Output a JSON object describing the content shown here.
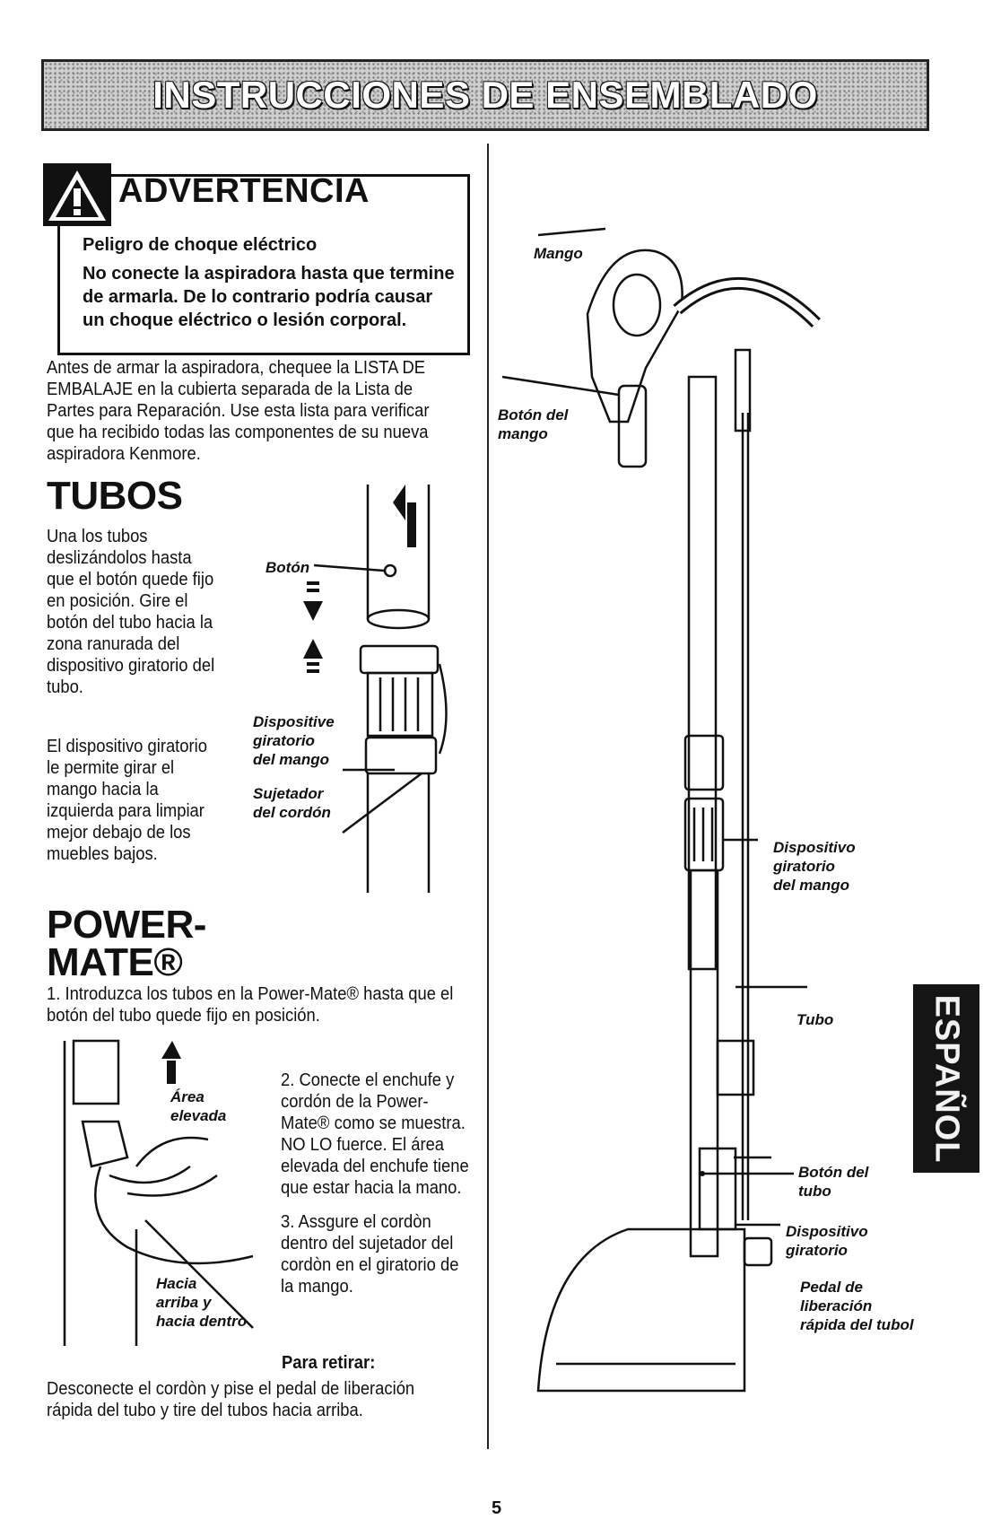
{
  "header": {
    "title": "INSTRUCCIONES DE ENSEMBLADO"
  },
  "warning": {
    "title": "ADVERTENCIA",
    "heading": "Peligro de choque eléctrico",
    "body": "No conecte la aspiradora hasta que termine de armarla. De lo contrario podría causar un choque eléctrico o lesión corporal."
  },
  "intro": "Antes de armar la aspiradora, chequee la LISTA DE EMBALAJE en la cubierta separada de la Lista de Partes para Reparación. Use esta lista para verificar que ha recibido todas las componentes de su nueva aspiradora Kenmore.",
  "tubos": {
    "title": "TUBOS",
    "p1": "Una los tubos deslizándolos hasta que el botón quede fijo en posición. Gire el botón del tubo hacia la zona ranurada del dispositivo giratorio del tubo.",
    "p2": "El dispositivo giratorio le permite girar el mango hacia la izquierda para limpiar mejor debajo de los muebles bajos.",
    "labels": {
      "boton": "Botón",
      "dispositivo_line1": "Dispositive",
      "dispositivo_line2": "giratorio",
      "dispositivo_line3": "del mango",
      "sujetador_line1": "Sujetador",
      "sujetador_line2": "del cordón"
    }
  },
  "powermate": {
    "title_line1": "POWER-",
    "title_line2": "MATE®",
    "step1": "1. Introduzca los tubos en la Power-Mate® hasta que el botón del tubo quede fijo en posición.",
    "step2": "2. Conecte el enchufe y cordón de la Power-Mate® como se muestra. NO LO fuerce. El área elevada del enchufe tiene que estar hacia la mano.",
    "step3": "3. Assgure el cordòn dentro del sujetador del cordòn en el giratorio de la mango.",
    "labels": {
      "area_line1": "Área",
      "area_line2": "elevada",
      "hacia_line1": "Hacia",
      "hacia_line2": "arriba y",
      "hacia_line3": "hacia dentro"
    },
    "retirar_heading": "Para retirar:",
    "retirar_body": "Desconecte el cordòn y pise el pedal de liberación rápida del tubo y tire del tubos hacia arriba."
  },
  "diagram": {
    "mango": "Mango",
    "boton_mango_line1": "Botón del",
    "boton_mango_line2": "mango",
    "disp_mango_line1": "Dispositivo",
    "disp_mango_line2": "giratorio",
    "disp_mango_line3": "del mango",
    "tubo": "Tubo",
    "boton_tubo_line1": "Botón del",
    "boton_tubo_line2": "tubo",
    "disp_gir_line1": "Dispositivo",
    "disp_gir_line2": "giratorio",
    "pedal_line1": "Pedal de",
    "pedal_line2": "liberación",
    "pedal_line3": "rápida del tubol"
  },
  "side_tab": "ESPAÑOL",
  "page_number": "5"
}
